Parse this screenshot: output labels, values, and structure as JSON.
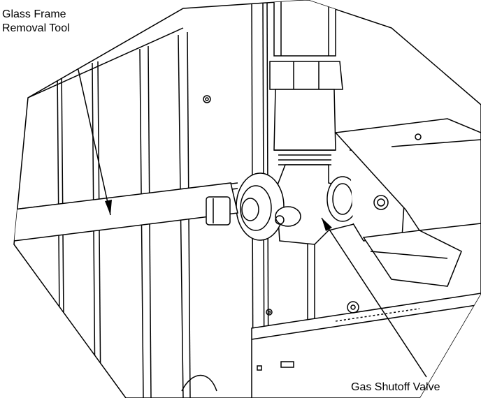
{
  "callouts": {
    "glass_frame_tool": {
      "line1": "Glass Frame",
      "line2": "Removal Tool"
    },
    "gas_shutoff_valve": {
      "label": "Gas Shutoff Valve"
    }
  },
  "colors": {
    "line": "#000000",
    "fill": "#ffffff",
    "shade": "#d9d9d9"
  }
}
